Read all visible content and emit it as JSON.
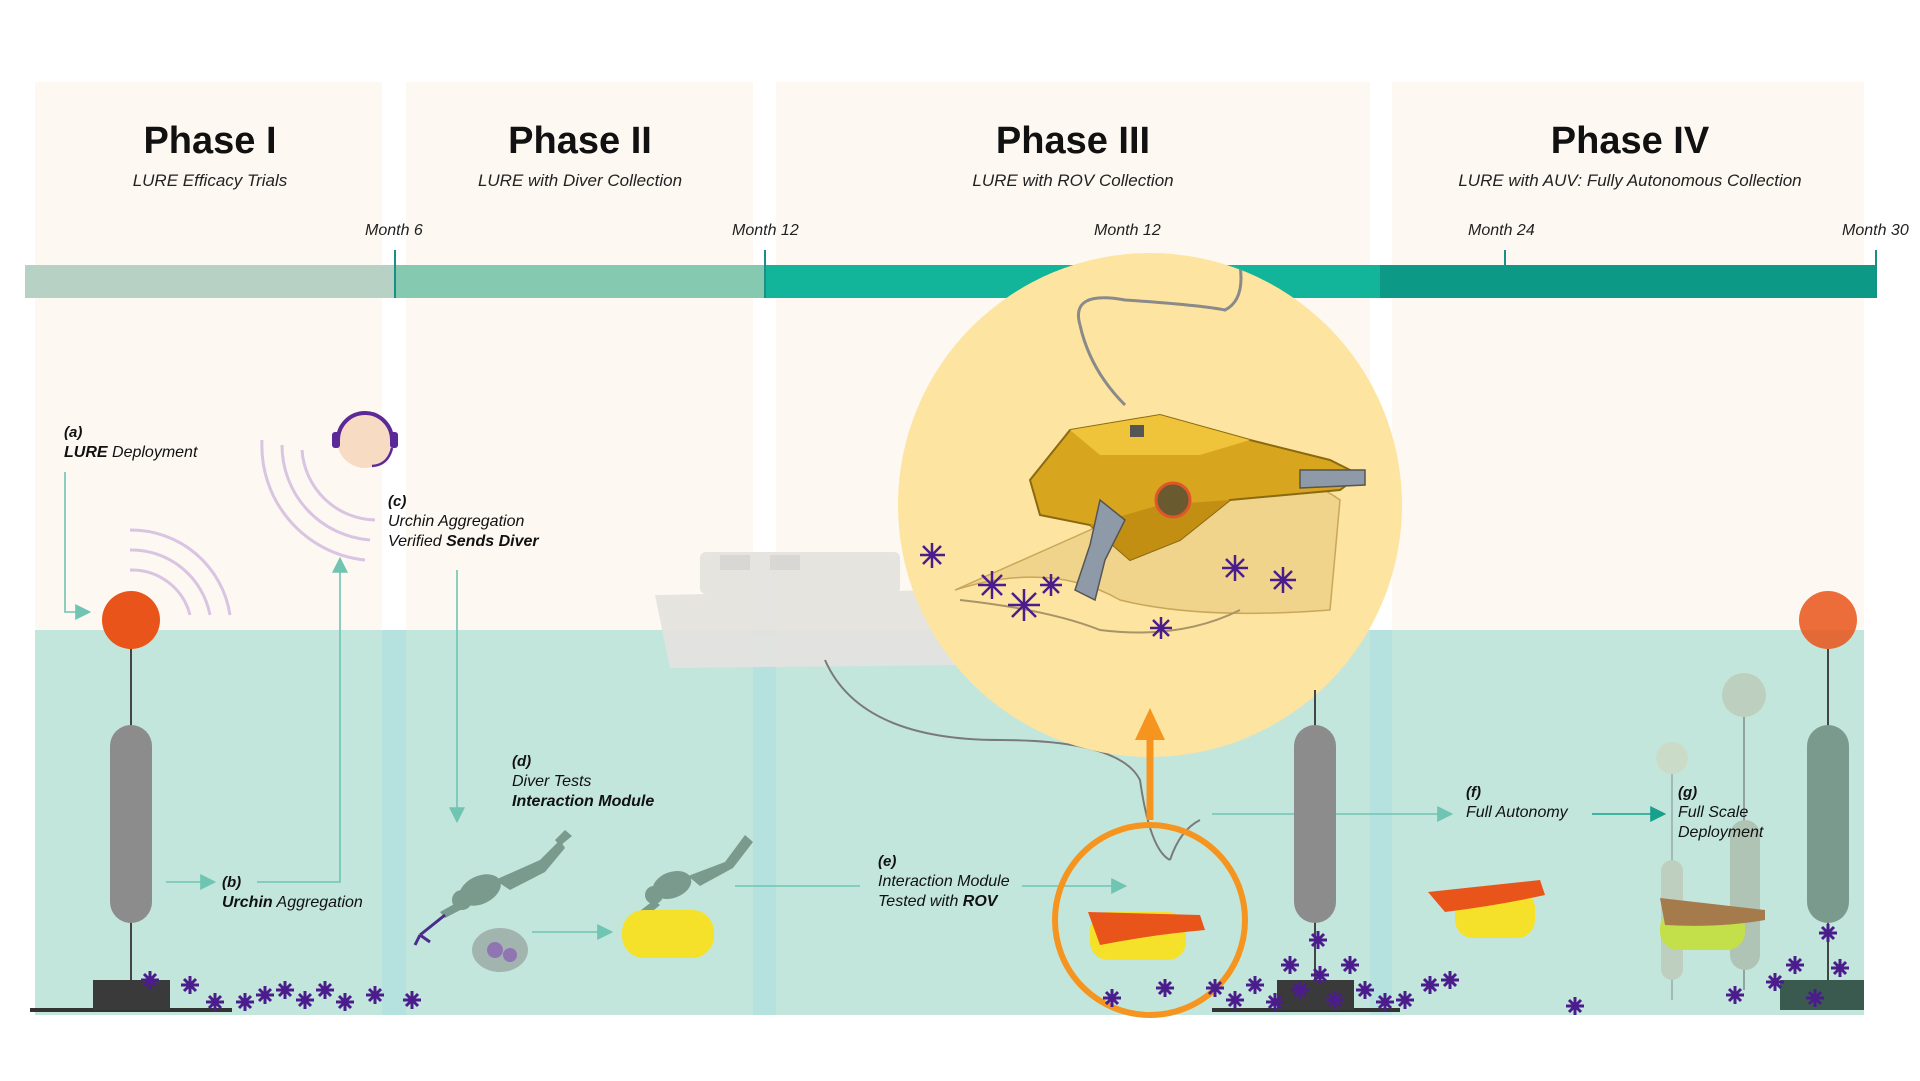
{
  "phases": [
    {
      "title": "Phase I",
      "subtitle": "LURE Efficacy Trials"
    },
    {
      "title": "Phase II",
      "subtitle": "LURE with Diver Collection"
    },
    {
      "title": "Phase III",
      "subtitle": "LURE with ROV Collection"
    },
    {
      "title": "Phase IV",
      "subtitle": "LURE with AUV: Fully Autonomous Collection"
    }
  ],
  "timeline": {
    "months": [
      "Month 6",
      "Month 12",
      "Month 12",
      "Month 24",
      "Month 30"
    ],
    "colors": [
      "#b7d2c5",
      "#85c9b1",
      "#12b49a",
      "#0c9985"
    ]
  },
  "steps": {
    "a": {
      "tag": "(a)",
      "bold": "LURE",
      "text": " Deployment"
    },
    "b": {
      "tag": "(b)",
      "bold": "Urchin",
      "text": " Aggregation"
    },
    "c": {
      "tag": "(c)",
      "line1": "Urchin Aggregation",
      "line2": "Verified ",
      "bold": "Sends Diver"
    },
    "d": {
      "tag": "(d)",
      "line1": "Diver Tests",
      "bold": "Interaction Module"
    },
    "e": {
      "tag": "(e)",
      "line1": "Interaction Module",
      "line2": "Tested with ",
      "bold": "ROV"
    },
    "f": {
      "tag": "(f)",
      "line1": "Full Autonomy"
    },
    "g": {
      "tag": "(g)",
      "line1": "Full Scale",
      "line2": "Deployment"
    }
  },
  "colors": {
    "phase_bg": "#fdf8f2",
    "water": "#c3e6dc",
    "buoy": "#e9541a",
    "lure_body": "#8c8c8c",
    "urchin": "#4b1d8c",
    "highlight_circle": "#fde4a0",
    "highlight_ring": "#f5951f",
    "module_top": "#e9541a",
    "module_base": "#f5e12a",
    "arrow": "#6fc4b2"
  },
  "icons": [
    "headset-operator-icon",
    "signal-waves-icon",
    "diver-icon",
    "boat-icon",
    "rov-icon",
    "urchin-icon"
  ]
}
